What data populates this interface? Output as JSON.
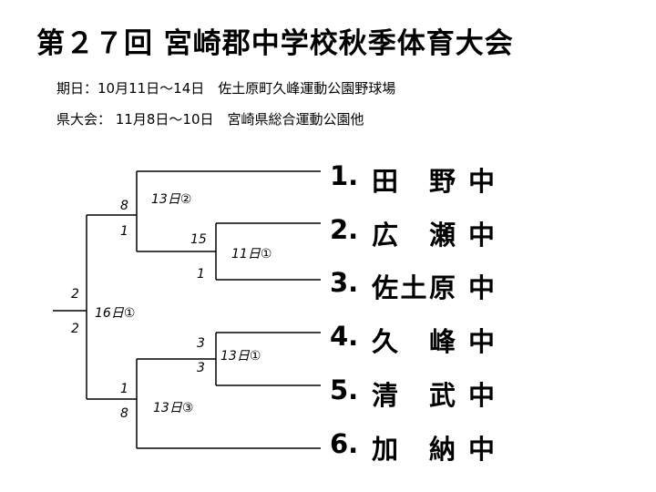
{
  "title": "第２７回 宮崎郡中学校秋季体育大会",
  "info": {
    "period": "期日：10月11日～14日　佐土原町久峰運動公園野球場",
    "prefectural": "県大会： 11月8日～10日　宮崎県総合運動公園他"
  },
  "teams": [
    {
      "rank": "1.",
      "name": "田野",
      "suffix": "中"
    },
    {
      "rank": "2.",
      "name": "広瀬",
      "suffix": "中"
    },
    {
      "rank": "3.",
      "name": "佐土原",
      "suffix": "中"
    },
    {
      "rank": "4.",
      "name": "久峰",
      "suffix": "中"
    },
    {
      "rank": "5.",
      "name": "清武",
      "suffix": "中"
    },
    {
      "rank": "6.",
      "name": "加納",
      "suffix": "中"
    }
  ],
  "games": {
    "top_semi": {
      "date": "13日②",
      "score_a": "8",
      "score_b": "1"
    },
    "quarter_1": {
      "date": "11日①",
      "score_a": "15",
      "score_b": "1"
    },
    "final": {
      "date": "16日①",
      "score_a": "2",
      "score_b": "2"
    },
    "quarter_2": {
      "date": "13日①",
      "score_a": "3",
      "score_b": "3"
    },
    "bot_semi": {
      "date": "13日③",
      "score_a": "1",
      "score_b": "8"
    }
  }
}
